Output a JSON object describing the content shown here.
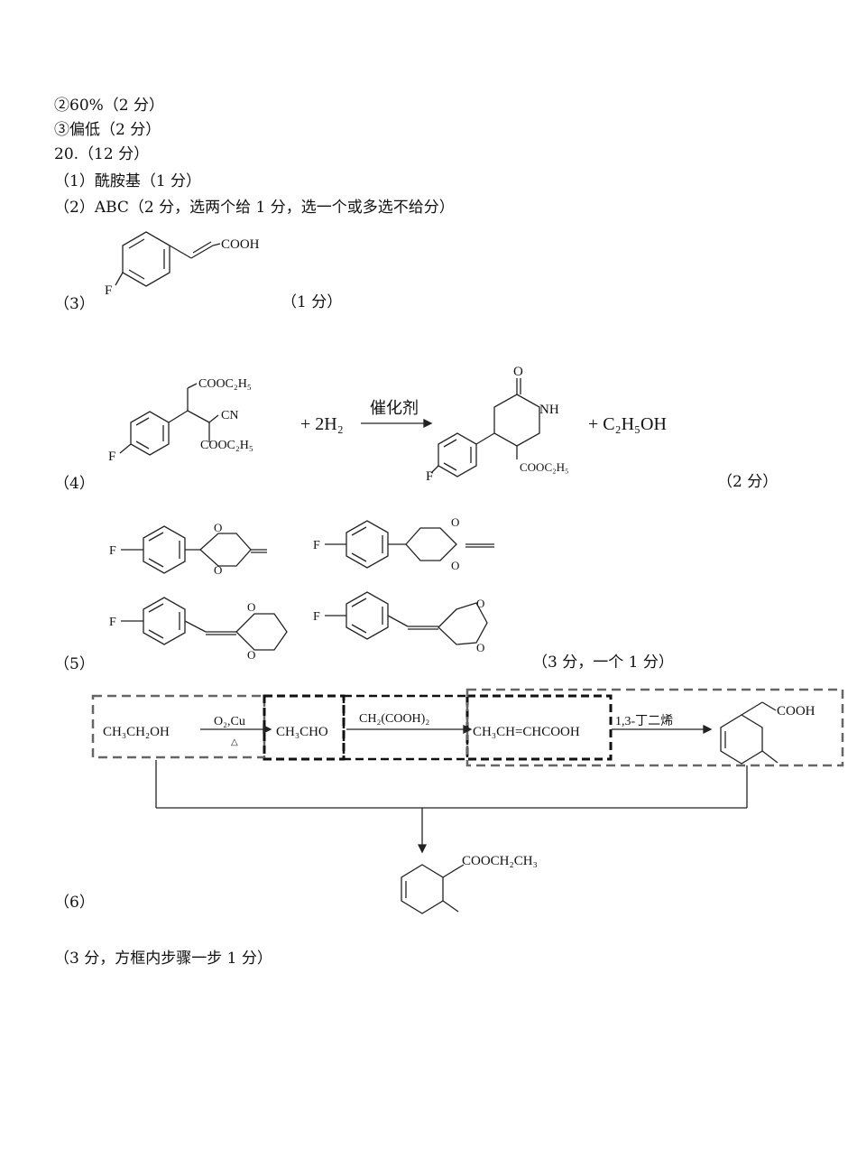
{
  "lines": {
    "l1": "②60%（2 分）",
    "l2": "③偏低（2 分）",
    "l3": "20.（12 分）",
    "l4": "（1）酰胺基（1 分）",
    "l5": "（2）ABC（2 分，选两个给 1 分，选一个或多选不给分）",
    "l6_label": "（3）",
    "l6_score": "（1 分）",
    "l7_label": "（4）",
    "l7_score": "（2 分）",
    "l8_label": "（5）",
    "l8_score": "（3 分，一个 1 分）",
    "l9_label": "（6）",
    "l10": "（3 分，方框内步骤一步 1 分）"
  },
  "structures": {
    "cinnamic": {
      "cooh": "COOH",
      "f": "F"
    },
    "reactant": {
      "ester1": "COOC₂H₅",
      "cn": "CN",
      "ester2": "COOC₂H₅",
      "f": "F"
    },
    "plus_h2": "+ 2H₂",
    "catalyst": "催化剂",
    "product": {
      "o": "O",
      "nh": "NH",
      "ester": "COOC₂H₅",
      "f": "F"
    },
    "plus_etoh": "+ C₂H₅OH",
    "isomer": {
      "f": "F",
      "o": "O"
    }
  },
  "synthesis": {
    "s1": "CH₃CH₂OH",
    "r1_top": "O₂,Cu",
    "r1_bottom": "△",
    "s2": "CH₃CHO",
    "r2_top": "CH₂(COOH)₂",
    "s3": "CH₃CH=CHCOOH",
    "r3_top": "1,3-丁二烯",
    "s4_group": "COOH",
    "final_group": "COOCH₂CH₃"
  }
}
